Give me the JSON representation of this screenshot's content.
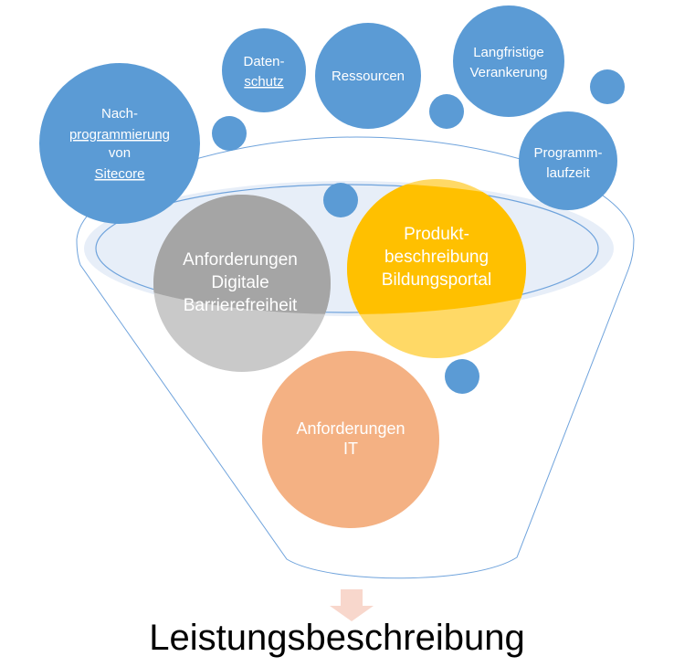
{
  "colors": {
    "blue": "#5b9bd5",
    "gray": "#a5a5a5",
    "gray_light": "#c9c9c9",
    "yellow": "#ffc000",
    "yellow_light": "#ffd966",
    "orange": "#f4b183",
    "funnel_fill": "#e7eef8",
    "funnel_line": "#6fa3dc",
    "arrow": "#f8d7cc"
  },
  "bubbles": {
    "nachprogrammierung": [
      "Nach-",
      "programmierung",
      "von",
      "Sitecore"
    ],
    "datenschutz": [
      "Daten-",
      "schutz"
    ],
    "ressourcen": [
      "Ressourcen"
    ],
    "langfristige": [
      "Langfristige",
      "Verankerung"
    ],
    "programmlaufzeit": [
      "Programm-",
      "laufzeit"
    ],
    "barrierefreiheit": [
      "Anforderungen",
      "Digitale",
      "Barrierefreiheit"
    ],
    "produktbeschreibung": [
      "Produkt-",
      "beschreibung",
      "Bildungsportal"
    ],
    "it": [
      "Anforderungen",
      "IT"
    ]
  },
  "result": "Leistungsbeschreibung"
}
